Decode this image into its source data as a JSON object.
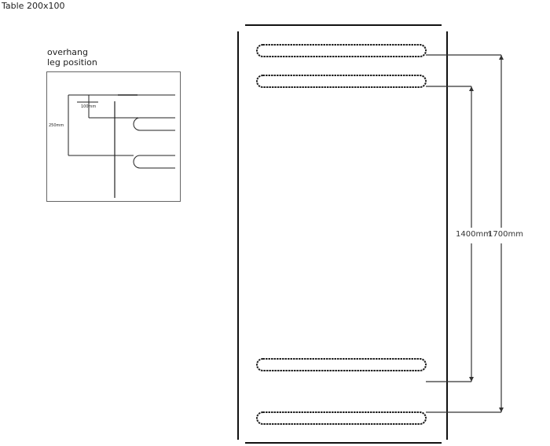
{
  "diagram": {
    "title": "Table 200x100",
    "detail": {
      "heading_line1": "overhang",
      "heading_line2": "leg position",
      "dim_small": "100mm",
      "dim_large": "250mm"
    },
    "dimensions": {
      "inner_span": "1400mm",
      "outer_span": "1700mm"
    }
  }
}
